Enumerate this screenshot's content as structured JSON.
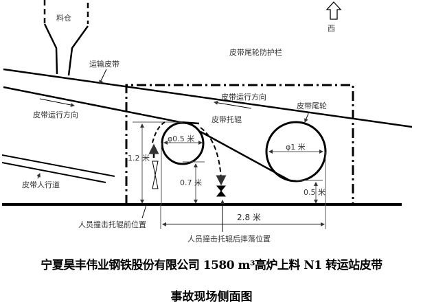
{
  "diagram": {
    "labels": {
      "hopper": "料仓",
      "conveyor_belt": "运输皮带",
      "west": "西",
      "tail_guard": "皮带尾轮防护栏",
      "belt_direction_left": "皮带运行方向",
      "belt_direction_right": "皮带运行方向",
      "tail_pulley": "皮带尾轮",
      "idler": "皮带托辊",
      "walkway": "皮带人行道",
      "pos_before": "人员撞击托辊前位置",
      "pos_after": "人员撞击托辊后摔落位置"
    },
    "dimensions": {
      "small_roller_dia": "φ0.5 米",
      "tail_pulley_dia": "φ1 米",
      "height_1_2": "1.2 米",
      "height_0_7": "0.7 米",
      "height_0_5": "0.5 米",
      "distance_2_8": "2.8 米"
    },
    "colors": {
      "line": "#000000",
      "dim_line": "#555555",
      "text": "#333333"
    }
  },
  "caption": {
    "line1": "宁夏昊丰伟业钢铁股份有限公司 1580 m³高炉上料 N1 转运站皮带",
    "line2": "事故现场侧面图"
  }
}
